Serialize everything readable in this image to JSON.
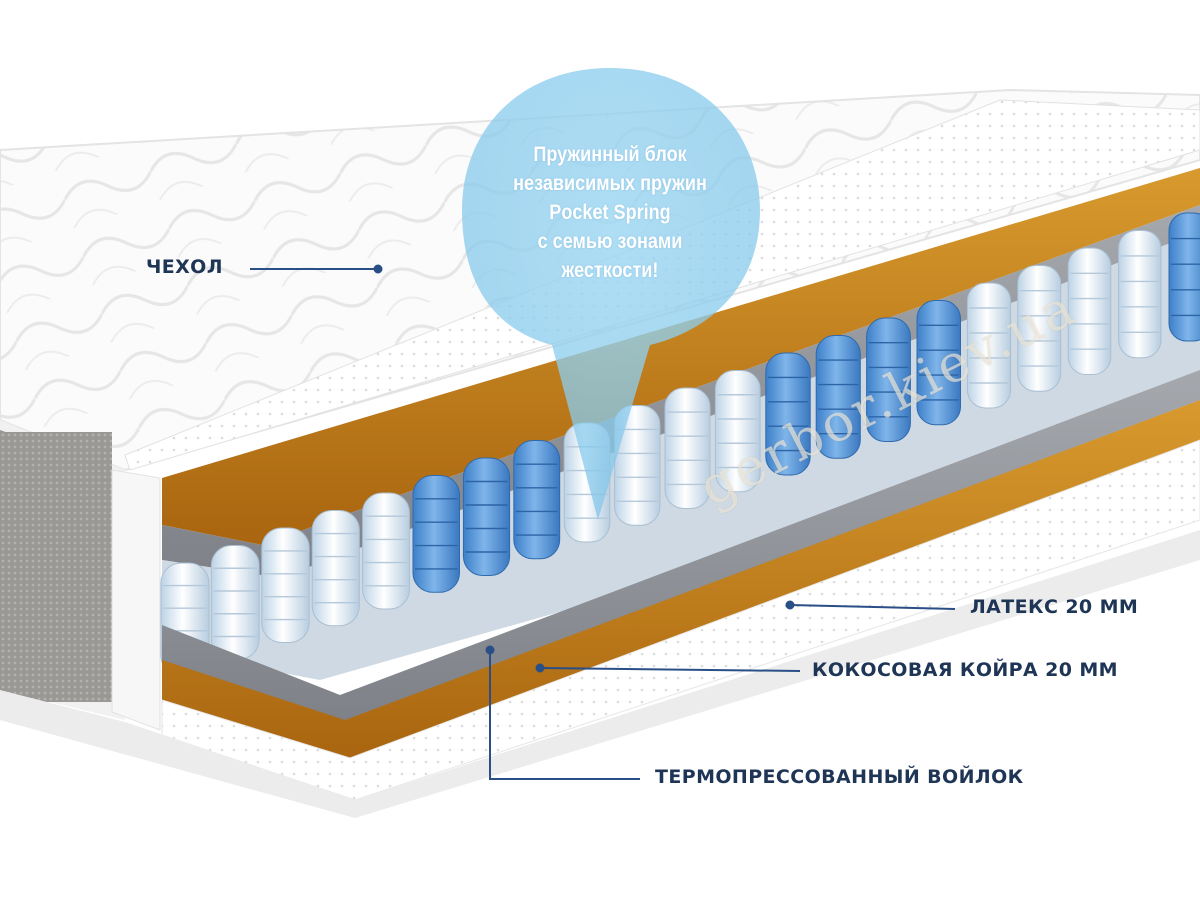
{
  "bubble": {
    "line1": "Пружинный блок",
    "line2": "независимых пружин",
    "line3": "Pocket Spring",
    "line4": "с семью зонами",
    "line5": "жесткости!"
  },
  "labels": {
    "cover": "ЧЕХОЛ",
    "latex": "ЛАТЕКС 20 ММ",
    "coir": "КОКОСОВАЯ КОЙРА 20 ММ",
    "felt": "ТЕРМОПРЕССОВАННЫЙ ВОЙЛОК"
  },
  "watermark": "gerbor.kiev.ua",
  "colors": {
    "label_text": "#1f3556",
    "leader_line": "#2a4f86",
    "coir": "#c5811a",
    "felt": "#8d9096",
    "spring_blue": "#5f9ddd",
    "spring_white": "#eef5fb",
    "bubble": "#8fd0ef"
  },
  "springs": {
    "zones": [
      "white",
      "white",
      "white",
      "white",
      "white",
      "blue",
      "blue",
      "blue",
      "white",
      "white",
      "white",
      "white",
      "blue",
      "blue",
      "blue",
      "blue",
      "white",
      "white",
      "white",
      "white",
      "blue"
    ]
  }
}
